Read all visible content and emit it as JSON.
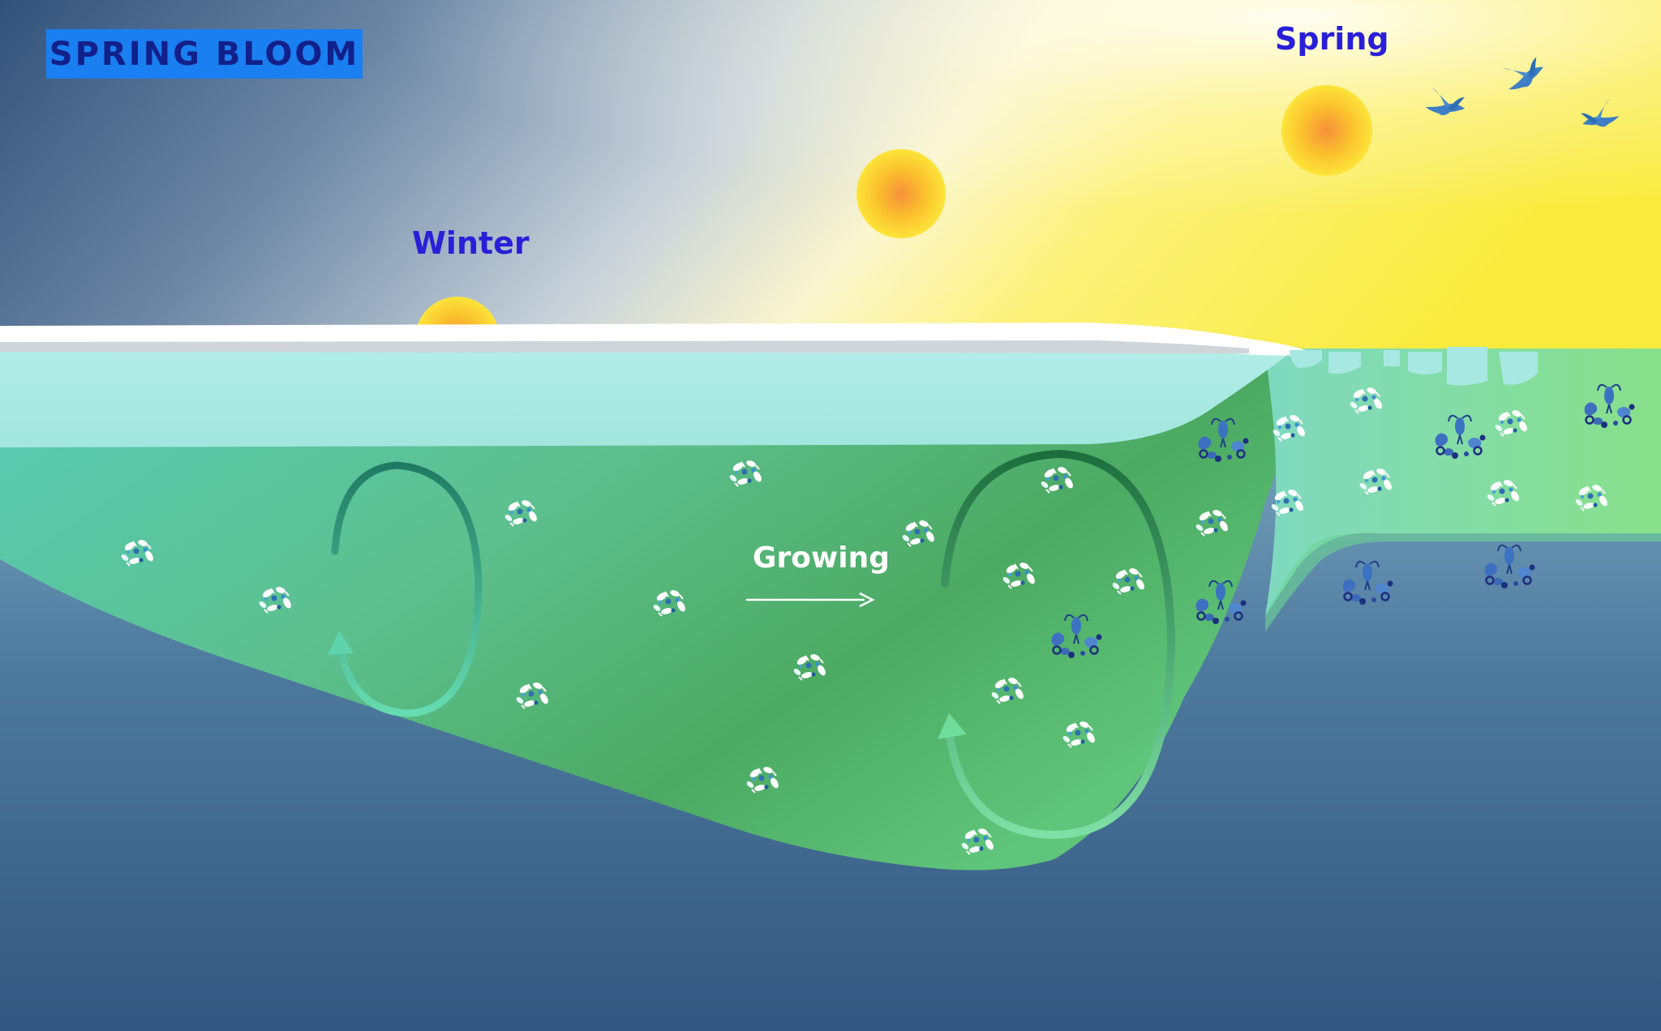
{
  "title": "SPRING BLOOM",
  "labels": {
    "winter": "Winter",
    "spring": "Spring",
    "growing": "Growing"
  },
  "colors": {
    "title_box": "#1a7ff0",
    "title_text": "#12208a",
    "season_text": "#2a1fd8",
    "sky_winter": "#35547c",
    "sky_spring": "#fbef4a",
    "ice": "#ffffff",
    "meltwater": "#a8ece6",
    "bloom_green": "#55ad6a",
    "deep_water": "#3c5f86",
    "sun": "#fbd42a",
    "bird": "#3d7ec4",
    "zooplankton": "#2f4fa8"
  },
  "icons": [
    "sun-icon",
    "bird-icon",
    "phytoplankton-icon",
    "zooplankton-icon",
    "circulation-arrow-icon",
    "growing-arrow-icon"
  ]
}
